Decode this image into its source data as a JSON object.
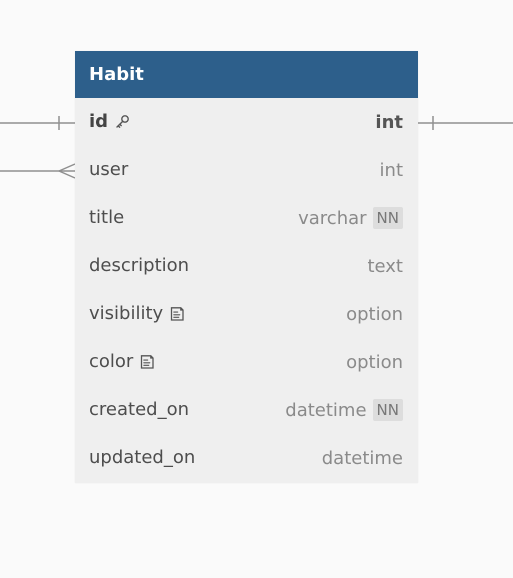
{
  "diagram": {
    "table": {
      "title": "Habit",
      "fields": [
        {
          "name": "id",
          "type": "int",
          "primary_key": true,
          "icon": "key-icon",
          "badge": ""
        },
        {
          "name": "user",
          "type": "int",
          "primary_key": false,
          "icon": "",
          "badge": ""
        },
        {
          "name": "title",
          "type": "varchar",
          "primary_key": false,
          "icon": "",
          "badge": "NN"
        },
        {
          "name": "description",
          "type": "text",
          "primary_key": false,
          "icon": "",
          "badge": ""
        },
        {
          "name": "visibility",
          "type": "option",
          "primary_key": false,
          "icon": "note-icon",
          "badge": ""
        },
        {
          "name": "color",
          "type": "option",
          "primary_key": false,
          "icon": "note-icon",
          "badge": ""
        },
        {
          "name": "created_on",
          "type": "datetime",
          "primary_key": false,
          "icon": "",
          "badge": "NN"
        },
        {
          "name": "updated_on",
          "type": "datetime",
          "primary_key": false,
          "icon": "",
          "badge": ""
        }
      ]
    },
    "colors": {
      "header": "#2d5f8b",
      "body": "#efefef",
      "connector": "#8f8f8f"
    }
  }
}
